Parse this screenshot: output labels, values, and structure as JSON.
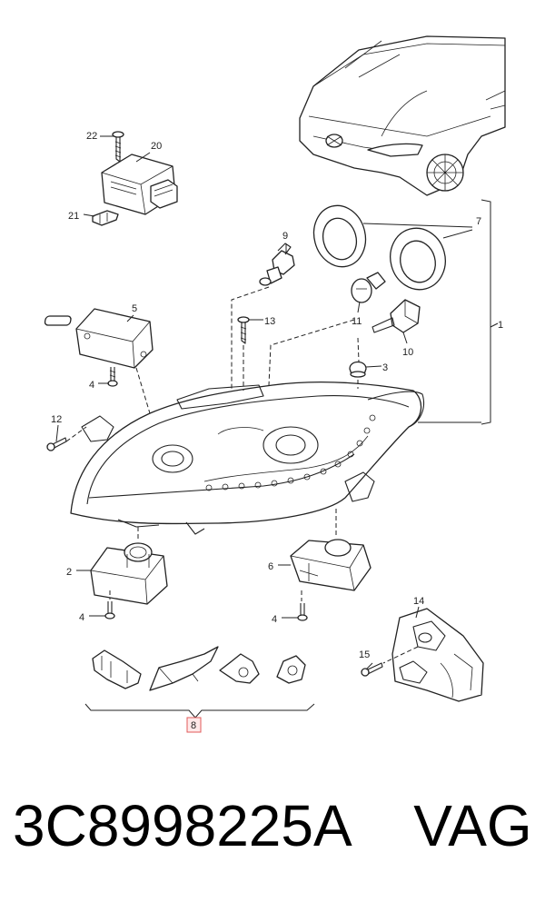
{
  "callouts": {
    "c1": "1",
    "c2": "2",
    "c3": "3",
    "c4a": "4",
    "c4b": "4",
    "c4c": "4",
    "c5": "5",
    "c6": "6",
    "c7": "7",
    "c8": "8",
    "c9": "9",
    "c10": "10",
    "c11": "11",
    "c12": "12",
    "c13": "13",
    "c14": "14",
    "c15": "15",
    "c20": "20",
    "c21": "21",
    "c22": "22"
  },
  "footer": {
    "part_number": "3C8998225A",
    "brand": "VAG"
  },
  "colors": {
    "line": "#222222",
    "highlight_border": "#e05a5a",
    "highlight_fill": "#ffe9e9"
  }
}
